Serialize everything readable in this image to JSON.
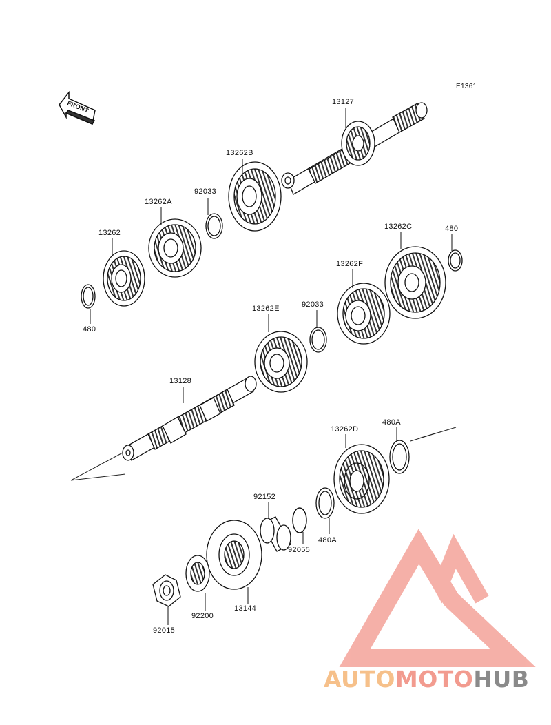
{
  "diagram_code": "E1361",
  "front_label": "FRONT",
  "parts": [
    {
      "id": "p13127",
      "label": "13127"
    },
    {
      "id": "p13262B",
      "label": "13262B"
    },
    {
      "id": "p92033a",
      "label": "92033"
    },
    {
      "id": "p13262A",
      "label": "13262A"
    },
    {
      "id": "p13262",
      "label": "13262"
    },
    {
      "id": "p480a",
      "label": "480"
    },
    {
      "id": "p13262C",
      "label": "13262C"
    },
    {
      "id": "p480b",
      "label": "480"
    },
    {
      "id": "p13262F",
      "label": "13262F"
    },
    {
      "id": "p92033b",
      "label": "92033"
    },
    {
      "id": "p13262E",
      "label": "13262E"
    },
    {
      "id": "p13128",
      "label": "13128"
    },
    {
      "id": "p13262D",
      "label": "13262D"
    },
    {
      "id": "p480A1",
      "label": "480A"
    },
    {
      "id": "p92152",
      "label": "92152"
    },
    {
      "id": "p92055",
      "label": "92055"
    },
    {
      "id": "p480A2",
      "label": "480A"
    },
    {
      "id": "p13144",
      "label": "13144"
    },
    {
      "id": "p92200",
      "label": "92200"
    },
    {
      "id": "p92015",
      "label": "92015"
    }
  ],
  "watermark": {
    "auto": "AUTO",
    "moto": "MOTO",
    "hub": "HUB",
    "color_auto": "#f6c08a",
    "color_moto": "#f29b8f",
    "color_hub": "#8a8a8a",
    "logo_color": "#f4a39a"
  }
}
